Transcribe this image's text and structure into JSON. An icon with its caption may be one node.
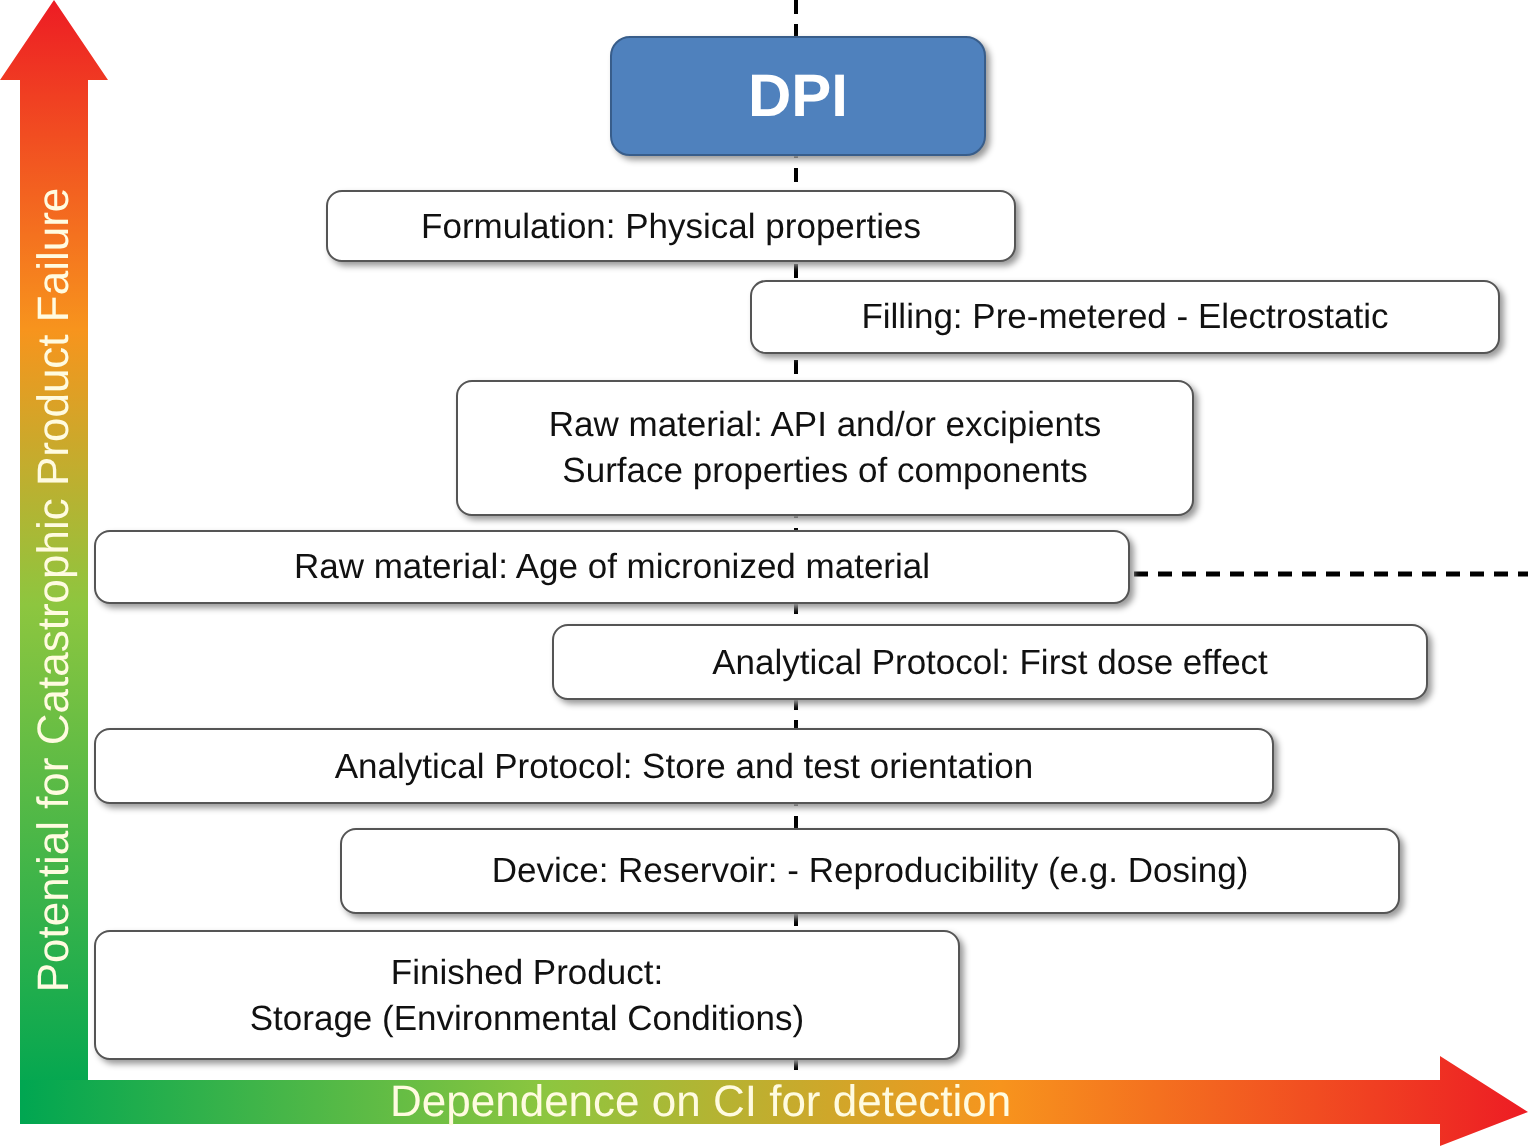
{
  "diagram": {
    "nodes": [
      {
        "text": [
          "DPI"
        ]
      },
      {
        "text": [
          "Formulation: Physical properties"
        ]
      },
      {
        "text": [
          "Filling: Pre-metered - Electrostatic"
        ]
      },
      {
        "text": [
          "Raw material: API and/or excipients",
          "Surface properties of components"
        ]
      },
      {
        "text": [
          "Raw material: Age of micronized material"
        ]
      },
      {
        "text": [
          "Analytical Protocol: First dose effect"
        ]
      },
      {
        "text": [
          "Analytical Protocol: Store and test orientation"
        ]
      },
      {
        "text": [
          "Device: Reservoir: - Reproducibility (e.g. Dosing)"
        ]
      },
      {
        "text": [
          "Finished Product:",
          "Storage  (Environmental Conditions)"
        ]
      }
    ],
    "edges": [],
    "labels": [
      "Potential for Catastrophic Product Failure",
      "Dependence on CI for detection"
    ]
  }
}
